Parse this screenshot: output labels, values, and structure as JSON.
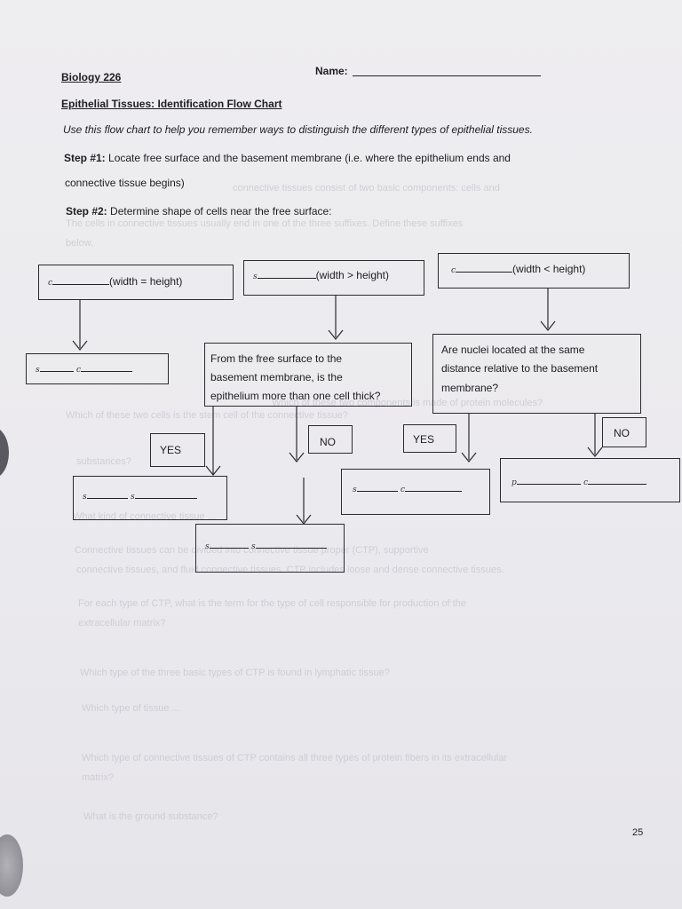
{
  "header": {
    "course": "Biology 226",
    "name_label": "Name:",
    "title": "Epithelial Tissues: Identification Flow Chart",
    "instructions": "Use this flow chart to help you remember ways to distinguish the different types of epithelial tissues.",
    "step1_label": "Step #1:",
    "step1_text_line1": "Locate free surface and the basement membrane (i.e. where the epithelium ends and",
    "step1_text_line2": "connective tissue begins)",
    "step2_label": "Step #2:",
    "step2_text": "Determine shape of cells near the free surface:"
  },
  "flowchart": {
    "shape_boxes": [
      {
        "letter": "c",
        "text": "(width = height)"
      },
      {
        "letter": "s",
        "text": "(width > height)"
      },
      {
        "letter": "c",
        "text": "(width < height)"
      }
    ],
    "question_layers": {
      "line1": "From the free surface to the",
      "line2": "basement membrane, is the",
      "line3": "epithelium more than one cell thick?"
    },
    "question_nuclei": {
      "line1": "Are nuclei located at the same",
      "line2": "distance relative to the basement",
      "line3": "membrane?"
    },
    "labels": {
      "yes_left": "YES",
      "no_left": "NO",
      "yes_right": "YES",
      "no_right": "NO"
    },
    "answer_boxes": {
      "cuboidal": {
        "a": "s",
        "b": "c"
      },
      "stratified": {
        "a": "s",
        "b": "s"
      },
      "stratified_squamous": {
        "a": "s",
        "b": "s"
      },
      "simple_columnar": {
        "a": "s",
        "b": "c"
      },
      "pseudo": {
        "a": "p",
        "b": "c"
      }
    }
  },
  "footer": {
    "page_number": "25"
  },
  "bleedthrough": [
    "connective tissues consist of two basic components: cells and",
    "The cells in connective tissues usually end in one of the three suffixes. Define these suffixes",
    "below.",
    "Which of these two cells is the stem cell of the connective tissue?",
    "Which of these two components is made of protein molecules?",
    "substances?",
    "What kind of connective tissue ...",
    "Connective tissues can be divided into connective tissue proper (CTP), supportive",
    "connective tissues, and fluid connective tissues. CTP includes loose and dense connective tissues.",
    "For each type of CTP, what is the term for the type of cell responsible for production of the",
    "extracellular matrix?",
    "Which type of the three basic types of CTP is found in lymphatic tissue?",
    "Which type of tissue ...",
    "Which type of connective tissues of CTP contains all three types of protein fibers in its extracellular",
    "matrix?",
    "What is the ground substance?"
  ]
}
